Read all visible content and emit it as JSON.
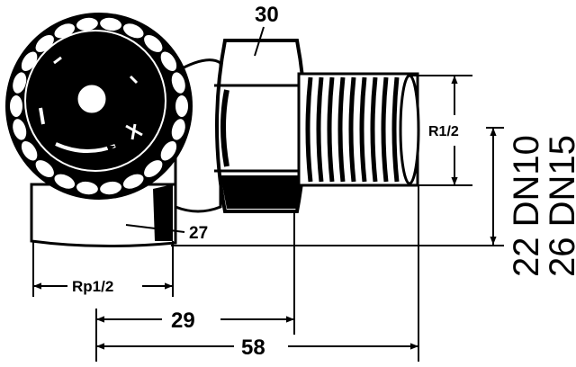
{
  "labels": {
    "hex_size": "30",
    "outlet_thread": "R1/2",
    "inlet_thread": "Rp1/2",
    "body_dim": "27",
    "dim_29": "29",
    "dim_58": "58",
    "dn10": "22 DN10",
    "dn15": "26 DN15"
  }
}
